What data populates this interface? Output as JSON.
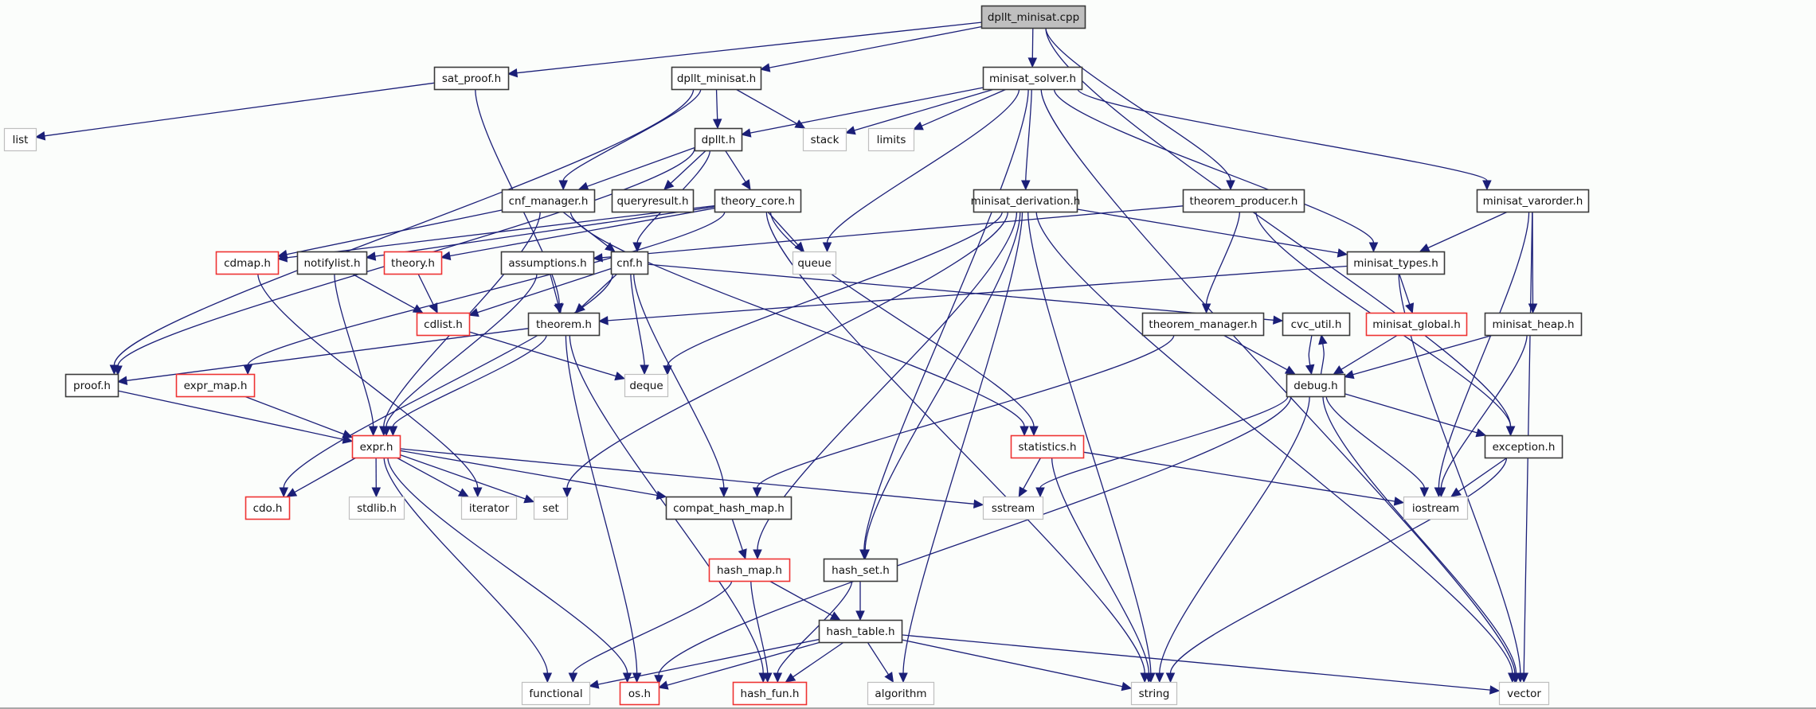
{
  "diagram": {
    "title": "dpllt_minisat.cpp include dependency graph",
    "colors": {
      "edge": "#1b1f78",
      "root_fill": "#bfbfbf",
      "local_border": "#3a3a3a",
      "system_border": "#bfbfbf",
      "incomplete_border": "#ee3333"
    },
    "nodes": [
      {
        "id": "dpllt_minisat_cpp",
        "label": "dpllt_minisat.cpp",
        "kind": "root"
      },
      {
        "id": "sat_proof_h",
        "label": "sat_proof.h",
        "kind": "local"
      },
      {
        "id": "dpllt_minisat_h",
        "label": "dpllt_minisat.h",
        "kind": "local"
      },
      {
        "id": "minisat_solver_h",
        "label": "minisat_solver.h",
        "kind": "local"
      },
      {
        "id": "list",
        "label": "list",
        "kind": "system"
      },
      {
        "id": "dpllt_h",
        "label": "dpllt.h",
        "kind": "local"
      },
      {
        "id": "stack",
        "label": "stack",
        "kind": "system"
      },
      {
        "id": "limits",
        "label": "limits",
        "kind": "system"
      },
      {
        "id": "cnf_manager_h",
        "label": "cnf_manager.h",
        "kind": "local"
      },
      {
        "id": "queryresult_h",
        "label": "queryresult.h",
        "kind": "local"
      },
      {
        "id": "theory_core_h",
        "label": "theory_core.h",
        "kind": "local"
      },
      {
        "id": "minisat_derivation_h",
        "label": "minisat_derivation.h",
        "kind": "local"
      },
      {
        "id": "theorem_producer_h",
        "label": "theorem_producer.h",
        "kind": "local"
      },
      {
        "id": "minisat_varorder_h",
        "label": "minisat_varorder.h",
        "kind": "local"
      },
      {
        "id": "cdmap_h",
        "label": "cdmap.h",
        "kind": "incomplete"
      },
      {
        "id": "notifylist_h",
        "label": "notifylist.h",
        "kind": "local"
      },
      {
        "id": "theory_h",
        "label": "theory.h",
        "kind": "incomplete"
      },
      {
        "id": "assumptions_h",
        "label": "assumptions.h",
        "kind": "local"
      },
      {
        "id": "cnf_h",
        "label": "cnf.h",
        "kind": "local"
      },
      {
        "id": "queue",
        "label": "queue",
        "kind": "system"
      },
      {
        "id": "minisat_types_h",
        "label": "minisat_types.h",
        "kind": "local"
      },
      {
        "id": "cdlist_h",
        "label": "cdlist.h",
        "kind": "incomplete"
      },
      {
        "id": "theorem_h",
        "label": "theorem.h",
        "kind": "local"
      },
      {
        "id": "theorem_manager_h",
        "label": "theorem_manager.h",
        "kind": "local"
      },
      {
        "id": "cvc_util_h",
        "label": "cvc_util.h",
        "kind": "local"
      },
      {
        "id": "minisat_global_h",
        "label": "minisat_global.h",
        "kind": "incomplete"
      },
      {
        "id": "minisat_heap_h",
        "label": "minisat_heap.h",
        "kind": "local"
      },
      {
        "id": "proof_h",
        "label": "proof.h",
        "kind": "local"
      },
      {
        "id": "expr_map_h",
        "label": "expr_map.h",
        "kind": "incomplete"
      },
      {
        "id": "deque",
        "label": "deque",
        "kind": "system"
      },
      {
        "id": "debug_h",
        "label": "debug.h",
        "kind": "local"
      },
      {
        "id": "expr_h",
        "label": "expr.h",
        "kind": "incomplete"
      },
      {
        "id": "statistics_h",
        "label": "statistics.h",
        "kind": "incomplete"
      },
      {
        "id": "exception_h",
        "label": "exception.h",
        "kind": "local"
      },
      {
        "id": "cdo_h",
        "label": "cdo.h",
        "kind": "incomplete"
      },
      {
        "id": "stdlib_h",
        "label": "stdlib.h",
        "kind": "system"
      },
      {
        "id": "iterator",
        "label": "iterator",
        "kind": "system"
      },
      {
        "id": "set",
        "label": "set",
        "kind": "system"
      },
      {
        "id": "compat_hash_map_h",
        "label": "compat_hash_map.h",
        "kind": "local"
      },
      {
        "id": "sstream",
        "label": "sstream",
        "kind": "system"
      },
      {
        "id": "iostream",
        "label": "iostream",
        "kind": "system"
      },
      {
        "id": "hash_map_h",
        "label": "hash_map.h",
        "kind": "incomplete"
      },
      {
        "id": "hash_set_h",
        "label": "hash_set.h",
        "kind": "local"
      },
      {
        "id": "hash_table_h",
        "label": "hash_table.h",
        "kind": "local"
      },
      {
        "id": "functional",
        "label": "functional",
        "kind": "system"
      },
      {
        "id": "os_h",
        "label": "os.h",
        "kind": "incomplete"
      },
      {
        "id": "hash_fun_h",
        "label": "hash_fun.h",
        "kind": "incomplete"
      },
      {
        "id": "algorithm",
        "label": "algorithm",
        "kind": "system"
      },
      {
        "id": "string",
        "label": "string",
        "kind": "system"
      },
      {
        "id": "vector",
        "label": "vector",
        "kind": "system"
      }
    ],
    "edges": [
      [
        "dpllt_minisat_cpp",
        "sat_proof_h"
      ],
      [
        "dpllt_minisat_cpp",
        "dpllt_minisat_h"
      ],
      [
        "dpllt_minisat_cpp",
        "minisat_solver_h"
      ],
      [
        "dpllt_minisat_cpp",
        "theorem_producer_h"
      ],
      [
        "dpllt_minisat_cpp",
        "exception_h"
      ],
      [
        "sat_proof_h",
        "list"
      ],
      [
        "sat_proof_h",
        "theorem_h"
      ],
      [
        "dpllt_minisat_h",
        "proof_h"
      ],
      [
        "dpllt_minisat_h",
        "dpllt_h"
      ],
      [
        "dpllt_minisat_h",
        "cnf_manager_h"
      ],
      [
        "dpllt_minisat_h",
        "stack"
      ],
      [
        "minisat_solver_h",
        "dpllt_h"
      ],
      [
        "minisat_solver_h",
        "stack"
      ],
      [
        "minisat_solver_h",
        "limits"
      ],
      [
        "minisat_solver_h",
        "queue"
      ],
      [
        "minisat_solver_h",
        "minisat_derivation_h"
      ],
      [
        "minisat_solver_h",
        "minisat_types_h"
      ],
      [
        "minisat_solver_h",
        "minisat_varorder_h"
      ],
      [
        "minisat_solver_h",
        "hash_set_h"
      ],
      [
        "minisat_solver_h",
        "vector"
      ],
      [
        "dpllt_h",
        "proof_h"
      ],
      [
        "dpllt_h",
        "cnf_manager_h"
      ],
      [
        "dpllt_h",
        "queryresult_h"
      ],
      [
        "dpllt_h",
        "theory_core_h"
      ],
      [
        "dpllt_h",
        "cnf_h"
      ],
      [
        "cnf_manager_h",
        "cdmap_h"
      ],
      [
        "cnf_manager_h",
        "cnf_h"
      ],
      [
        "cnf_manager_h",
        "expr_h"
      ],
      [
        "cnf_manager_h",
        "statistics_h"
      ],
      [
        "theory_core_h",
        "queue"
      ],
      [
        "theory_core_h",
        "cdmap_h"
      ],
      [
        "theory_core_h",
        "notifylist_h"
      ],
      [
        "theory_core_h",
        "theory_h"
      ],
      [
        "theory_core_h",
        "expr_map_h"
      ],
      [
        "theory_core_h",
        "statistics_h"
      ],
      [
        "theory_core_h",
        "string"
      ],
      [
        "minisat_derivation_h",
        "minisat_types_h"
      ],
      [
        "minisat_derivation_h",
        "deque"
      ],
      [
        "minisat_derivation_h",
        "set"
      ],
      [
        "minisat_derivation_h",
        "hash_map_h"
      ],
      [
        "minisat_derivation_h",
        "hash_set_h"
      ],
      [
        "minisat_derivation_h",
        "algorithm"
      ],
      [
        "minisat_derivation_h",
        "string"
      ],
      [
        "minisat_derivation_h",
        "vector"
      ],
      [
        "theorem_producer_h",
        "assumptions_h"
      ],
      [
        "theorem_producer_h",
        "theorem_manager_h"
      ],
      [
        "theorem_producer_h",
        "exception_h"
      ],
      [
        "minisat_varorder_h",
        "minisat_types_h"
      ],
      [
        "minisat_varorder_h",
        "minisat_heap_h"
      ],
      [
        "minisat_varorder_h",
        "iostream"
      ],
      [
        "minisat_varorder_h",
        "vector"
      ],
      [
        "notifylist_h",
        "cdlist_h"
      ],
      [
        "notifylist_h",
        "expr_h"
      ],
      [
        "theory_h",
        "cdlist_h"
      ],
      [
        "cdmap_h",
        "iterator"
      ],
      [
        "assumptions_h",
        "theorem_h"
      ],
      [
        "assumptions_h",
        "expr_h"
      ],
      [
        "cnf_h",
        "cdlist_h"
      ],
      [
        "cnf_h",
        "theorem_h"
      ],
      [
        "cnf_h",
        "deque"
      ],
      [
        "cnf_h",
        "compat_hash_map_h"
      ],
      [
        "cnf_h",
        "cvc_util_h"
      ],
      [
        "cnf_h",
        "cdo_h"
      ],
      [
        "minisat_types_h",
        "minisat_global_h"
      ],
      [
        "minisat_types_h",
        "theorem_h"
      ],
      [
        "minisat_types_h",
        "vector"
      ],
      [
        "cdlist_h",
        "deque"
      ],
      [
        "theorem_h",
        "proof_h"
      ],
      [
        "theorem_h",
        "expr_h"
      ],
      [
        "theorem_h",
        "os_h"
      ],
      [
        "theorem_h",
        "hash_fun_h"
      ],
      [
        "theorem_manager_h",
        "debug_h"
      ],
      [
        "theorem_manager_h",
        "compat_hash_map_h"
      ],
      [
        "cvc_util_h",
        "debug_h"
      ],
      [
        "debug_h",
        "cvc_util_h"
      ],
      [
        "debug_h",
        "exception_h"
      ],
      [
        "debug_h",
        "iostream"
      ],
      [
        "debug_h",
        "sstream"
      ],
      [
        "debug_h",
        "os_h"
      ],
      [
        "debug_h",
        "string"
      ],
      [
        "debug_h",
        "vector"
      ],
      [
        "minisat_global_h",
        "debug_h"
      ],
      [
        "minisat_heap_h",
        "debug_h"
      ],
      [
        "minisat_heap_h",
        "iostream"
      ],
      [
        "proof_h",
        "expr_h"
      ],
      [
        "expr_map_h",
        "expr_h"
      ],
      [
        "expr_h",
        "cdo_h"
      ],
      [
        "expr_h",
        "stdlib_h"
      ],
      [
        "expr_h",
        "iterator"
      ],
      [
        "expr_h",
        "set"
      ],
      [
        "expr_h",
        "compat_hash_map_h"
      ],
      [
        "expr_h",
        "sstream"
      ],
      [
        "expr_h",
        "functional"
      ],
      [
        "expr_h",
        "os_h"
      ],
      [
        "statistics_h",
        "sstream"
      ],
      [
        "statistics_h",
        "string"
      ],
      [
        "statistics_h",
        "iostream"
      ],
      [
        "exception_h",
        "iostream"
      ],
      [
        "exception_h",
        "string"
      ],
      [
        "compat_hash_map_h",
        "hash_map_h"
      ],
      [
        "hash_map_h",
        "functional"
      ],
      [
        "hash_map_h",
        "hash_fun_h"
      ],
      [
        "hash_map_h",
        "hash_table_h"
      ],
      [
        "hash_set_h",
        "hash_table_h"
      ],
      [
        "hash_set_h",
        "hash_fun_h"
      ],
      [
        "hash_table_h",
        "functional"
      ],
      [
        "hash_table_h",
        "os_h"
      ],
      [
        "hash_table_h",
        "hash_fun_h"
      ],
      [
        "hash_table_h",
        "algorithm"
      ],
      [
        "hash_table_h",
        "string"
      ],
      [
        "hash_table_h",
        "vector"
      ]
    ]
  }
}
